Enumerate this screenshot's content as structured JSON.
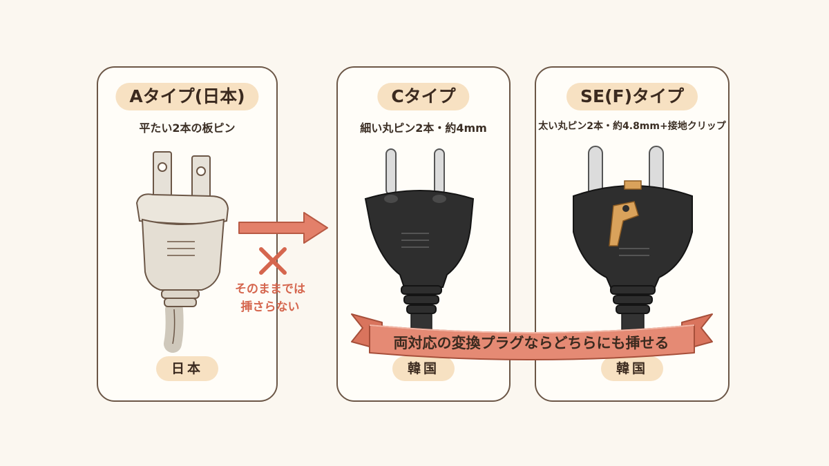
{
  "cards": {
    "a": {
      "title": "Aタイプ(日本)",
      "subtitle": "平たい2本の板ピン",
      "country": "日本"
    },
    "c": {
      "title": "Cタイプ",
      "subtitle": "細い丸ピン2本・約4mm",
      "country": "韓国"
    },
    "f": {
      "title": "SE(F)タイプ",
      "subtitle": "太い丸ピン2本・約4.8mm+接地クリップ",
      "country": "韓国"
    }
  },
  "warning": {
    "line1": "そのままでは",
    "line2": "挿さらない"
  },
  "ribbon": {
    "text": "両対応の変換プラグならどちらにも挿せる"
  },
  "colors": {
    "card_border": "#6b5646",
    "pill_bg": "#f7e1c2",
    "accent_red": "#d5664e",
    "ribbon_fill": "#e58a74",
    "plug_white": "#ebe6dc",
    "plug_black": "#2e2e2e"
  },
  "icons": {
    "arrow": "arrow-right-icon",
    "cross": "cross-icon",
    "plug_a": "plug-type-a-icon",
    "plug_c": "plug-type-c-icon",
    "plug_f": "plug-type-f-icon"
  }
}
